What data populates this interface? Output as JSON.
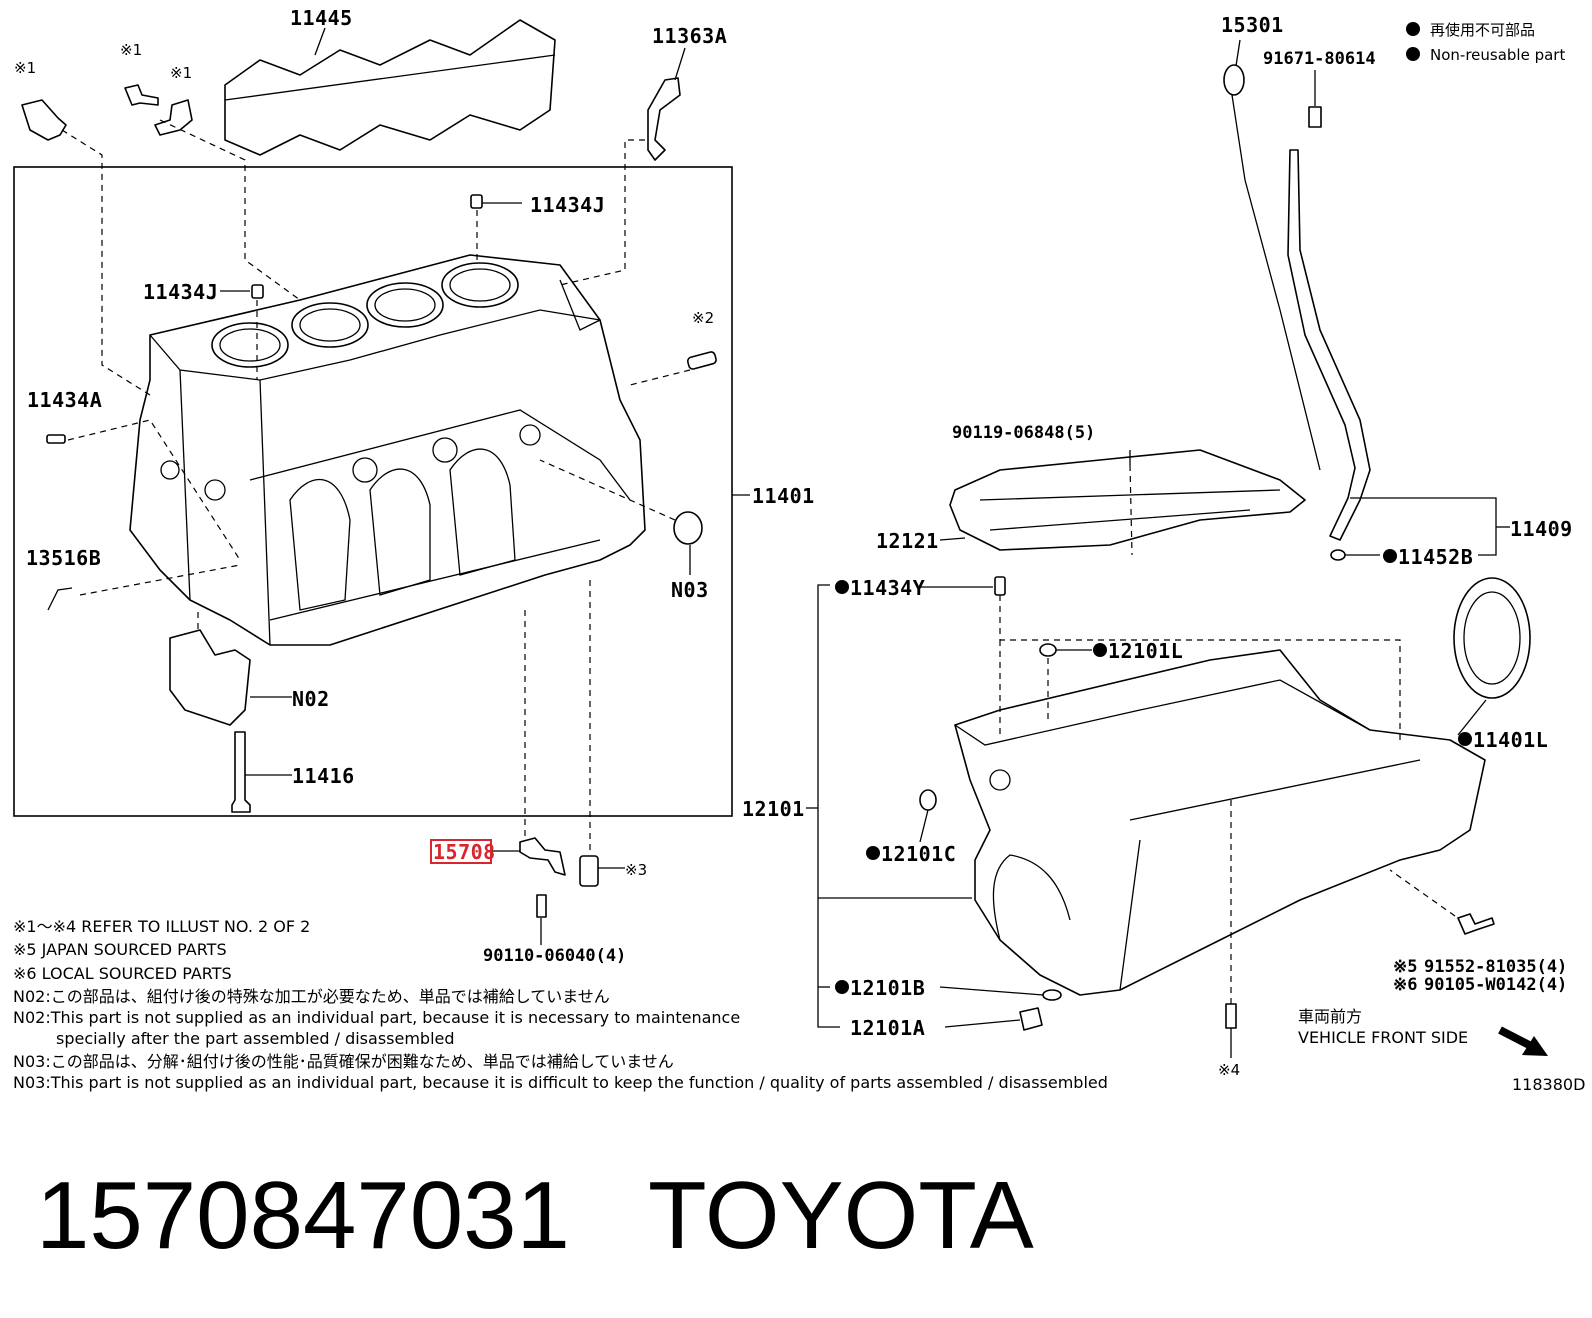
{
  "callouts": {
    "c11445": "11445",
    "c11363A": "11363A",
    "c11434J_top": "11434J",
    "c11434J_mid": "11434J",
    "c11434A": "11434A",
    "c13516B": "13516B",
    "c11401": "11401",
    "cN02": "N02",
    "cN03": "N03",
    "c11416": "11416",
    "c15708": "15708",
    "c90110": "90110-06040(4)",
    "c15301": "15301",
    "c91671": "91671-80614",
    "c90119": "90119-06848(5)",
    "c12121": "12121",
    "c11409": "11409",
    "c11452B": "11452B",
    "c11434Y": "11434Y",
    "c12101L": "12101L",
    "c11401L": "11401L",
    "c12101": "12101",
    "c12101C": "12101C",
    "c12101B": "12101B",
    "c12101A": "12101A",
    "c91552": "91552-81035(4)",
    "c90105": "90105-W0142(4)"
  },
  "marks": {
    "m1a": "※1",
    "m1b": "※1",
    "m1c": "※1",
    "m2": "※2",
    "m3": "※3",
    "m4": "※4",
    "m5": "※5",
    "m6": "※6"
  },
  "legend": {
    "jp": "再使用不可部品",
    "en": "Non-reusable part"
  },
  "notes": {
    "n1": "※1～※4  REFER TO ILLUST NO. 2 OF 2",
    "n2": "※5 JAPAN SOURCED PARTS",
    "n3": "※6 LOCAL SOURCED PARTS",
    "n4": "N02:この部品は、組付け後の特殊な加工が必要なため、単品では補給していません",
    "n5": "N02:This part is not supplied as an individual part, because it is necessary to maintenance",
    "n6": "specially after the part assembled / disassembled",
    "n7": "N03:この部品は、分解･組付け後の性能･品質確保が困難なため、単品では補給していません",
    "n8": "N03:This part is not supplied as an individual part, because it is difficult to keep the function / quality of parts  assembled / disassembled"
  },
  "front": {
    "jp": "車両前方",
    "en": "VEHICLE FRONT SIDE"
  },
  "illust_id": "118380D",
  "footer": {
    "part_number": "1570847031",
    "brand": "TOYOTA"
  },
  "colors": {
    "highlight": "#d9262e",
    "ink": "#000000"
  }
}
